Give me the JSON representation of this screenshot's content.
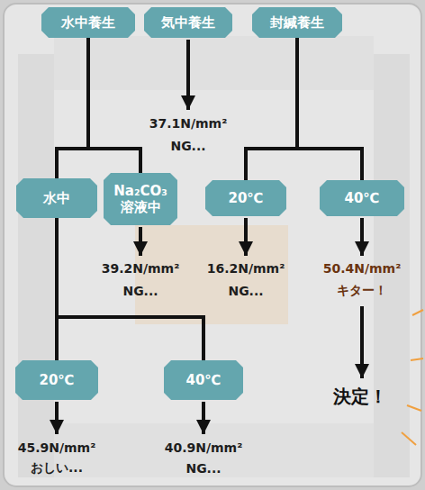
{
  "diagram": {
    "nodes": [
      {
        "text": [
          "水中養生"
        ]
      },
      {
        "text": [
          "気中養生"
        ]
      },
      {
        "text": [
          "封緘養生"
        ]
      },
      {
        "text": [
          "水中"
        ]
      },
      {
        "text": [
          "Na₂CO₃ 溶液中"
        ]
      },
      {
        "text": [
          "20℃"
        ]
      },
      {
        "text": [
          "40℃"
        ]
      },
      {
        "text": [
          "20℃"
        ]
      },
      {
        "text": [
          "40℃"
        ]
      }
    ],
    "edges": [
      {
        "from": 0,
        "to": 3,
        "arrow": "none"
      },
      {
        "from": 0,
        "to": 4,
        "arrow": "none"
      },
      {
        "from": 2,
        "to": 5,
        "arrow": "none"
      },
      {
        "from": 2,
        "to": 6,
        "arrow": "none"
      },
      {
        "from": 3,
        "to": 7,
        "arrow": "none"
      },
      {
        "from": 3,
        "to": 8,
        "arrow": "none"
      }
    ],
    "labels": [
      "37.1N/mm²",
      "NG...",
      "39.2N/mm²",
      "NG...",
      "16.2N/mm²",
      "NG...",
      "50.4N/mm²",
      "キター！",
      "決定！",
      "45.9N/mm²",
      "おしい...",
      "40.9N/mm²",
      "NG..."
    ]
  }
}
